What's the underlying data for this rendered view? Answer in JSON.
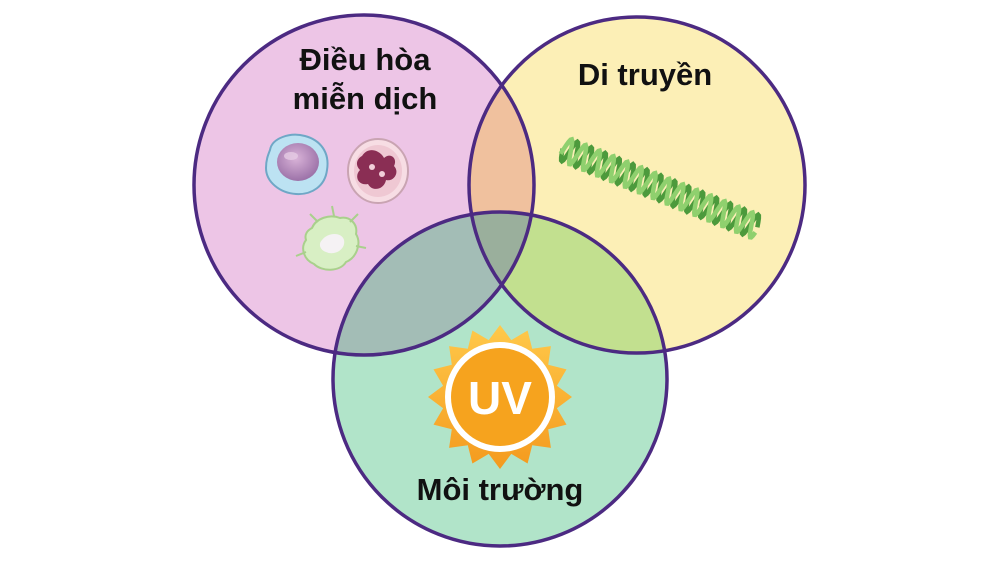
{
  "labels": {
    "immune": "Điều hòa\nmiễn dịch",
    "genetic": "Di truyền",
    "environment": "Môi trường"
  },
  "uv_badge": "UV",
  "icons": {
    "immune": [
      "lymphocyte-cell-icon",
      "neutrophil-cell-icon",
      "macrophage-cell-icon"
    ],
    "genetic": "dna-helix-icon",
    "environment": "uv-sun-icon"
  },
  "colors": {
    "immune_fill": "#EDC5E6",
    "genetic_fill": "#FCEFB6",
    "environment_fill": "#B1E4C9",
    "immune_genetic": "#F0C19E",
    "immune_env": "#A3BDB6",
    "genetic_env": "#C2E08F",
    "center": "#9AAF9C",
    "outline": "#4C2A82"
  }
}
